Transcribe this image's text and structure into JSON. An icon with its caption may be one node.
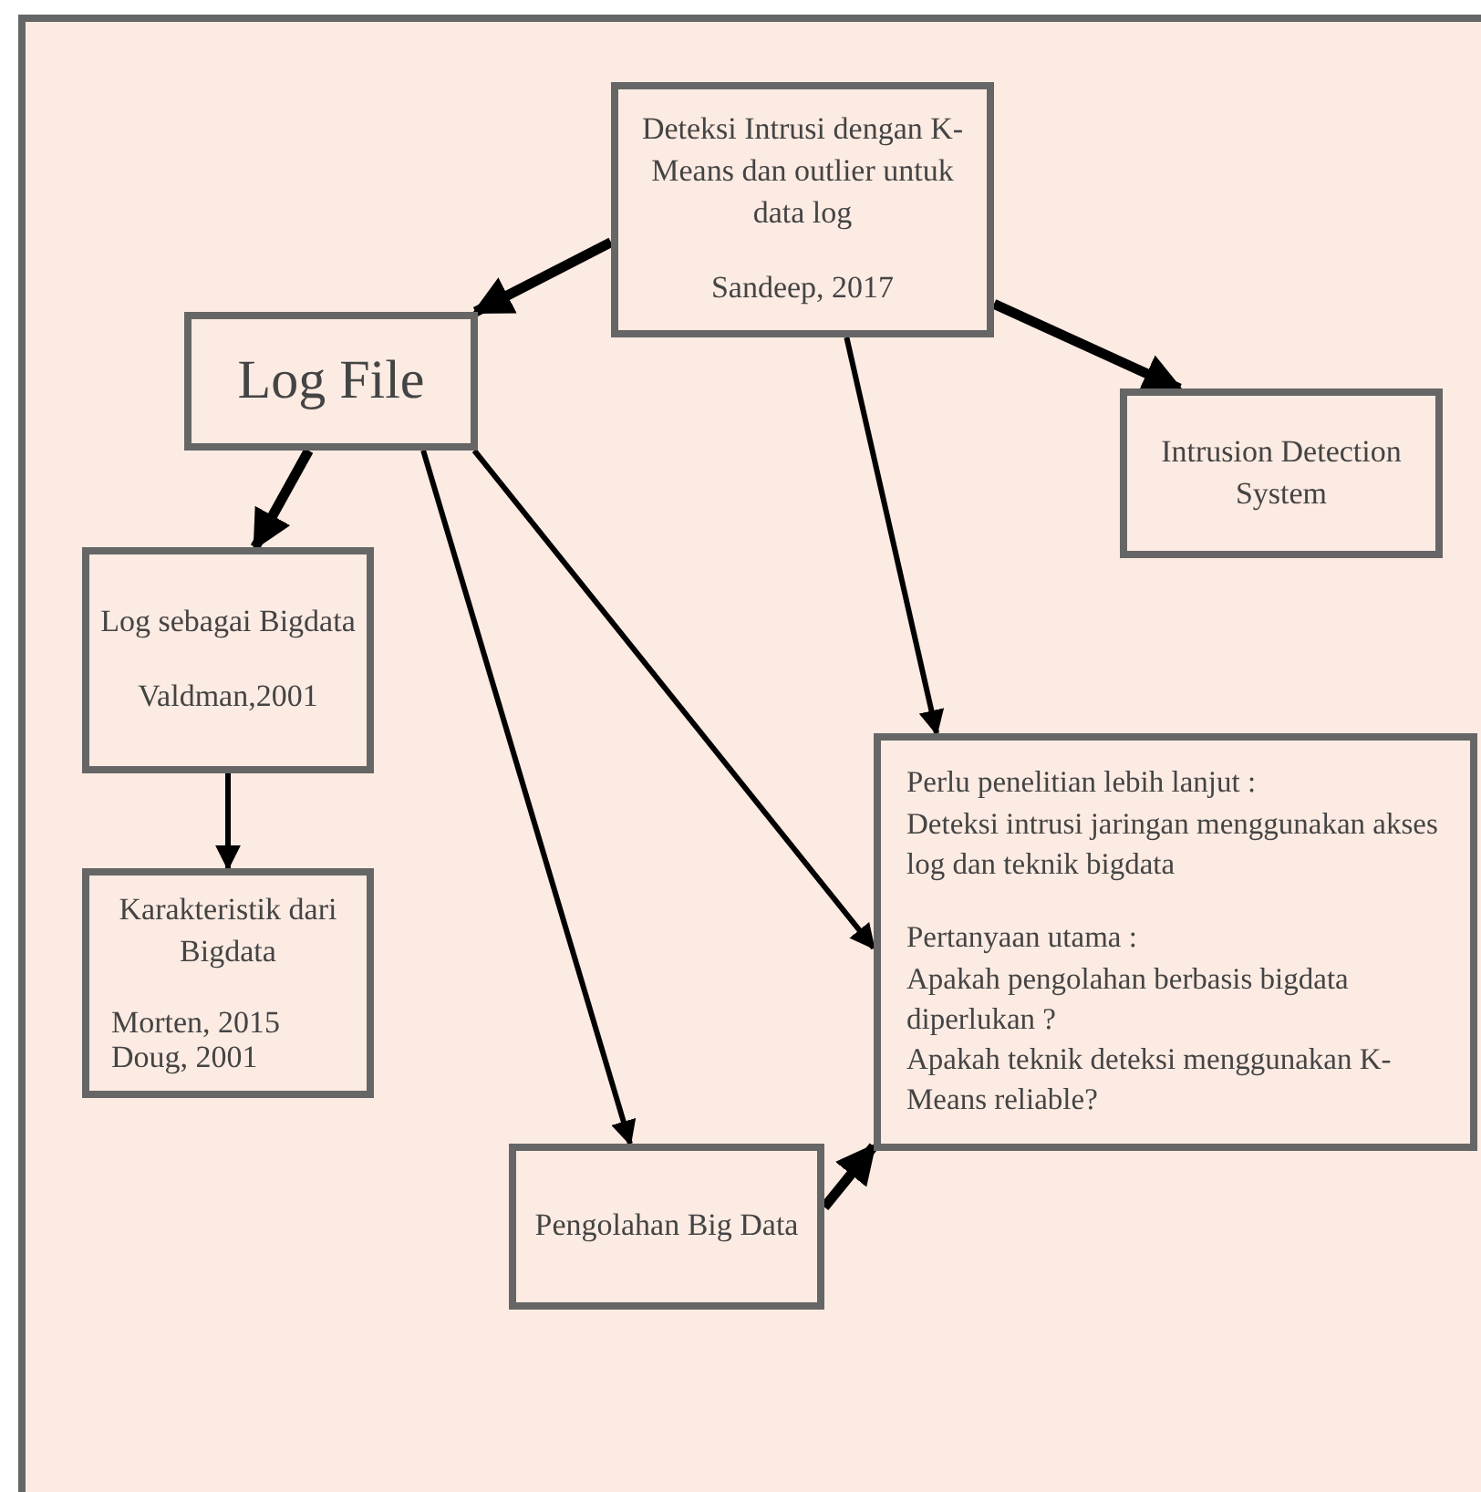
{
  "diagram": {
    "nodes": [
      {
        "text": [
          "Deteksi Intrusi dengan K-Means dan outlier untuk data log",
          "Sandeep, 2017"
        ]
      },
      {
        "text": [
          "Log File"
        ]
      },
      {
        "text": [
          "Intrusion Detection System"
        ]
      },
      {
        "text": [
          "Log sebagai Bigdata",
          "Valdman,2001"
        ]
      },
      {
        "text": [
          "Karakteristik dari Bigdata",
          "Morten, 2015",
          "Doug, 2001"
        ]
      },
      {
        "text": [
          "Perlu penelitian lebih lanjut :",
          "Deteksi intrusi jaringan menggunakan akses log dan teknik bigdata",
          "Pertanyaan utama :",
          "Apakah pengolahan berbasis bigdata diperlukan ?",
          "Apakah teknik deteksi menggunakan K-Means reliable?"
        ]
      },
      {
        "text": [
          "Pengolahan Big Data"
        ]
      }
    ],
    "edges": [
      {
        "from": 0,
        "to": 1,
        "arrow": "to",
        "style": "thick"
      },
      {
        "from": 0,
        "to": 2,
        "arrow": "to",
        "style": "thick"
      },
      {
        "from": 0,
        "to": 5,
        "arrow": "to"
      },
      {
        "from": 1,
        "to": 3,
        "arrow": "to",
        "style": "thick"
      },
      {
        "from": 1,
        "to": 6,
        "arrow": "to"
      },
      {
        "from": 1,
        "to": 5,
        "arrow": "to"
      },
      {
        "from": 3,
        "to": 4,
        "arrow": "to"
      },
      {
        "from": 6,
        "to": 5,
        "arrow": "to",
        "style": "thick"
      }
    ]
  }
}
